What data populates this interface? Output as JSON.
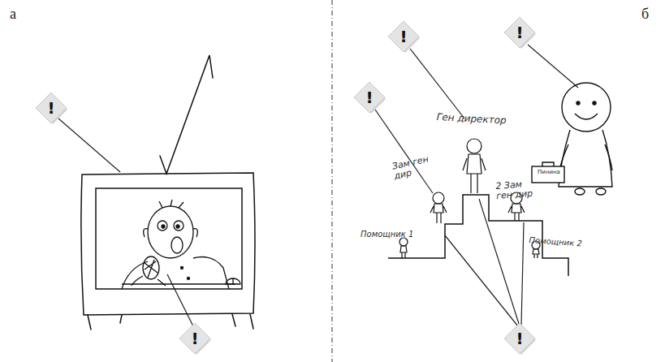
{
  "diagram": {
    "nodes": [
      {
        "text": [
          "!"
        ]
      },
      {
        "text": [
          "!"
        ]
      },
      {
        "text": [
          "!"
        ]
      },
      {
        "text": [
          "!"
        ]
      },
      {
        "text": [
          "!"
        ]
      },
      {
        "text": [
          "!"
        ]
      }
    ],
    "labels": [
      "а",
      "б",
      "Ген директор",
      "Зам ген дир",
      "2 Зам ген дир",
      "Помощник 1",
      "Помощник 2",
      "Пинина"
    ]
  }
}
